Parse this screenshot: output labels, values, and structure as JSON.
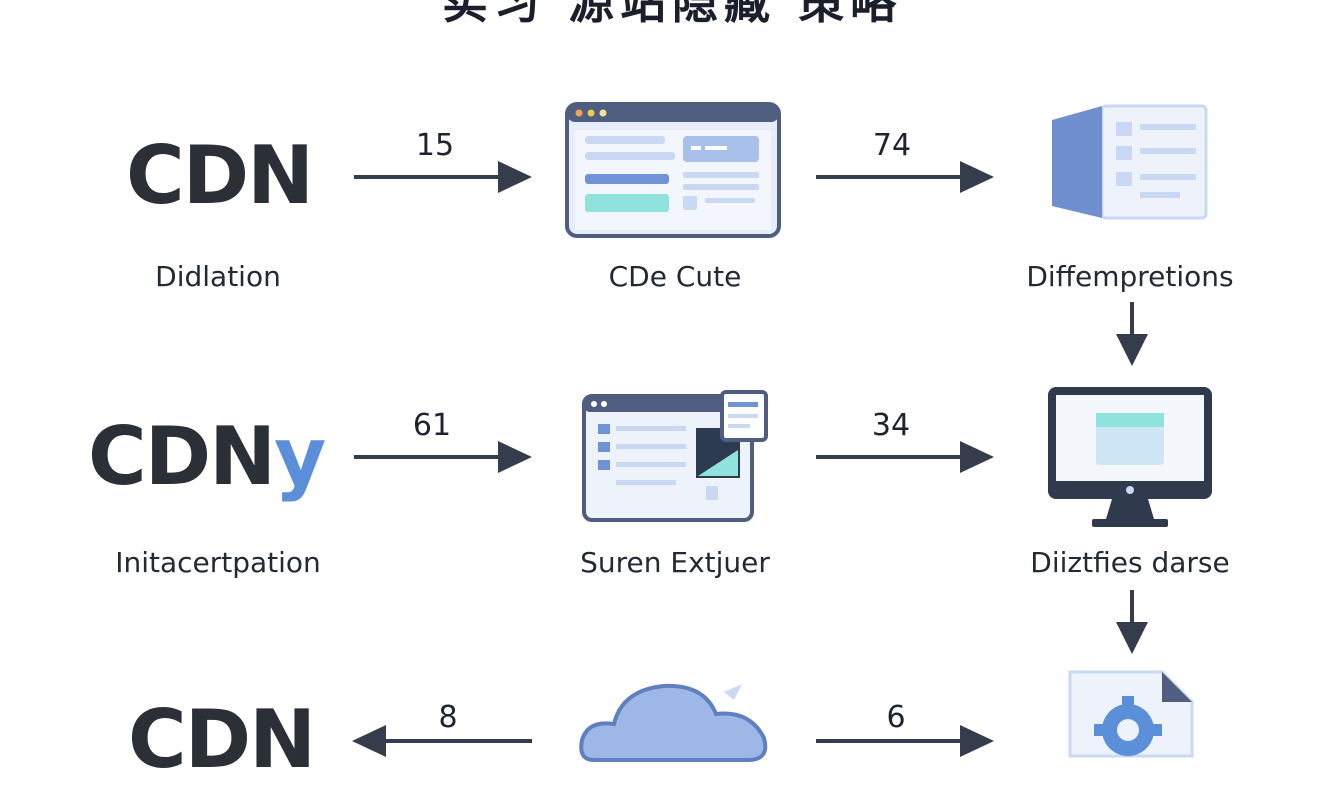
{
  "title": "实习 源站隐藏 策略",
  "rows": [
    {
      "brand": "CDN",
      "brand_accent": "",
      "left_caption": "Didlation",
      "arrow1_label": "15",
      "middle_caption": "CDe Cute",
      "arrow2_label": "74",
      "right_caption": "Diffempretions"
    },
    {
      "brand": "CDN",
      "brand_accent": "y",
      "left_caption": "Initacertpation",
      "arrow1_label": "61",
      "middle_caption": "Suren Extjuer",
      "arrow2_label": "34",
      "right_caption": "Diiztfies darse"
    },
    {
      "brand": "CDN",
      "brand_accent": "",
      "arrow1_label": "8",
      "arrow2_label": "6"
    }
  ],
  "colors": {
    "arrow": "#353c4c",
    "window_frame": "#4f5e80",
    "light_blue": "#c9d8f3",
    "teal": "#8fe3dc",
    "accent_blue": "#5b8fd9"
  }
}
